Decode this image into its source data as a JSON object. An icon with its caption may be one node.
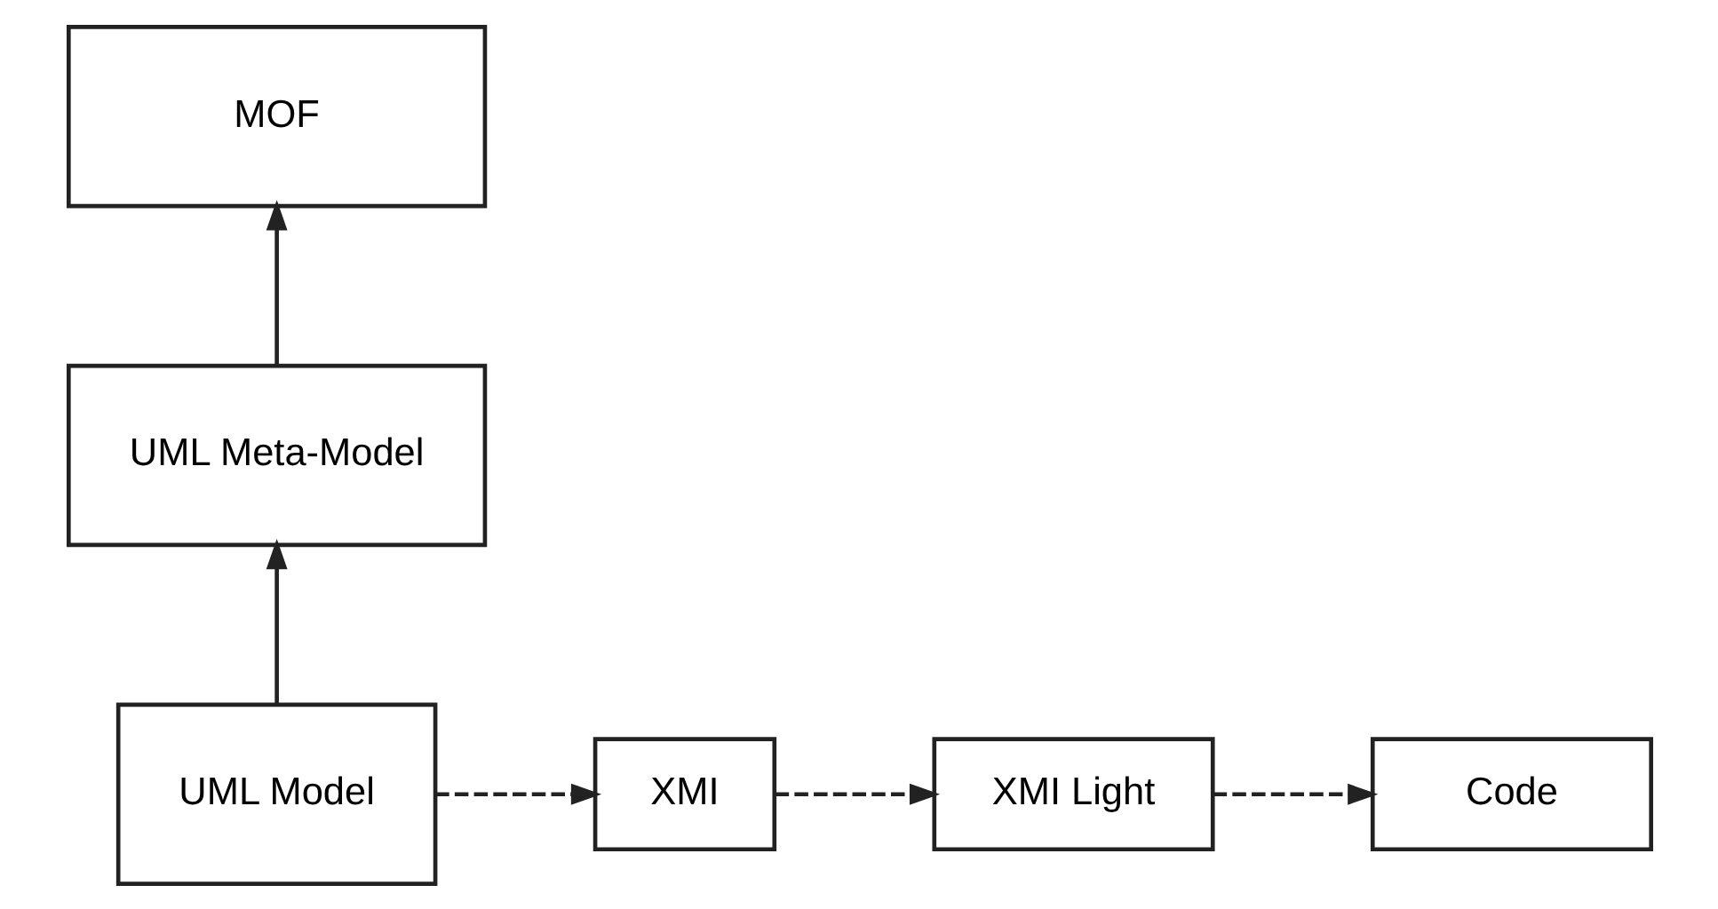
{
  "diagram": {
    "nodes": [
      {
        "text": [
          "MOF"
        ]
      },
      {
        "text": [
          "UML Meta-Model"
        ]
      },
      {
        "text": [
          "UML Model"
        ]
      },
      {
        "text": [
          "XMI"
        ]
      },
      {
        "text": [
          "XMI Light"
        ]
      },
      {
        "text": [
          "Code"
        ]
      }
    ],
    "edges": [
      {
        "from": 1,
        "to": 0,
        "arrow": "to"
      },
      {
        "from": 2,
        "to": 1,
        "arrow": "to"
      },
      {
        "from": 2,
        "to": 3,
        "arrow": "to",
        "style": "dashed"
      },
      {
        "from": 3,
        "to": 4,
        "arrow": "to",
        "style": "dashed"
      },
      {
        "from": 4,
        "to": 5,
        "arrow": "to",
        "style": "dashed"
      }
    ]
  }
}
